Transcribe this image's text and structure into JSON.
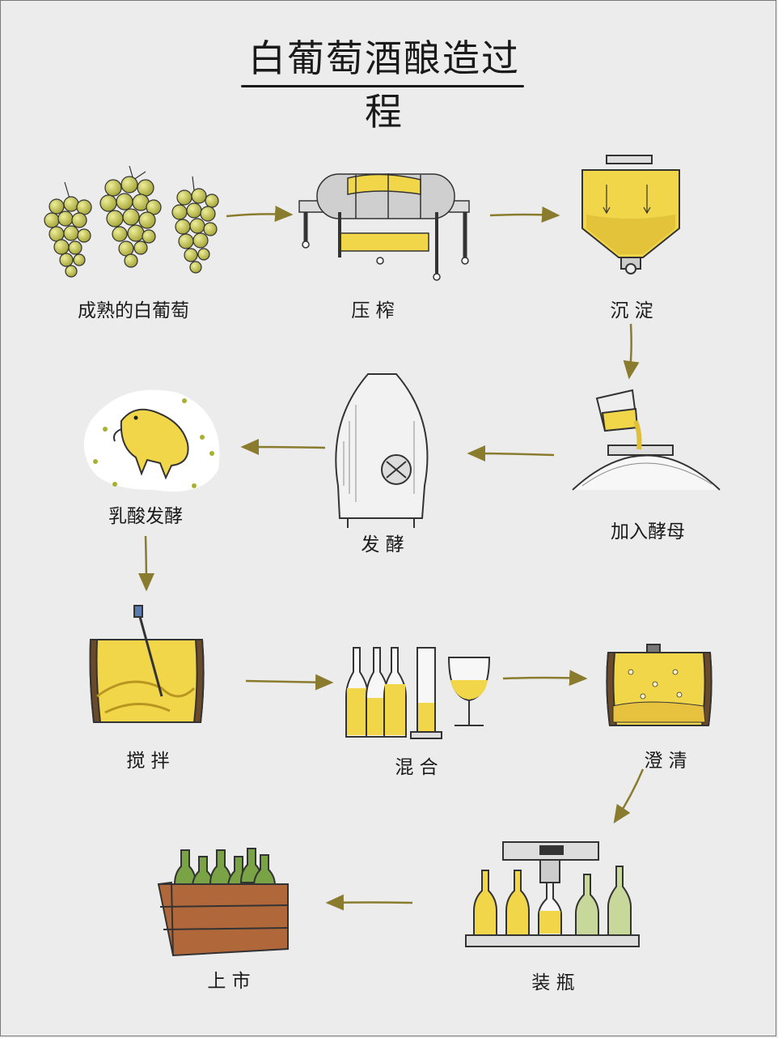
{
  "title": "白葡萄酒酿造过程",
  "steps": [
    {
      "label": "成熟的白葡萄"
    },
    {
      "label": "压 榨"
    },
    {
      "label": "沉 淀"
    },
    {
      "label": "加入酵母"
    },
    {
      "label": "发 酵"
    },
    {
      "label": "乳酸发酵"
    },
    {
      "label": "搅 拌"
    },
    {
      "label": "混 合"
    },
    {
      "label": "澄 清"
    },
    {
      "label": "装 瓶"
    },
    {
      "label": "上 市"
    }
  ],
  "colors": {
    "background": "#ececec",
    "arrow": "#8a7c2e",
    "wine_yellow": "#f2d64a",
    "grape": "#c9c85a",
    "ink": "#1a1a1a"
  }
}
